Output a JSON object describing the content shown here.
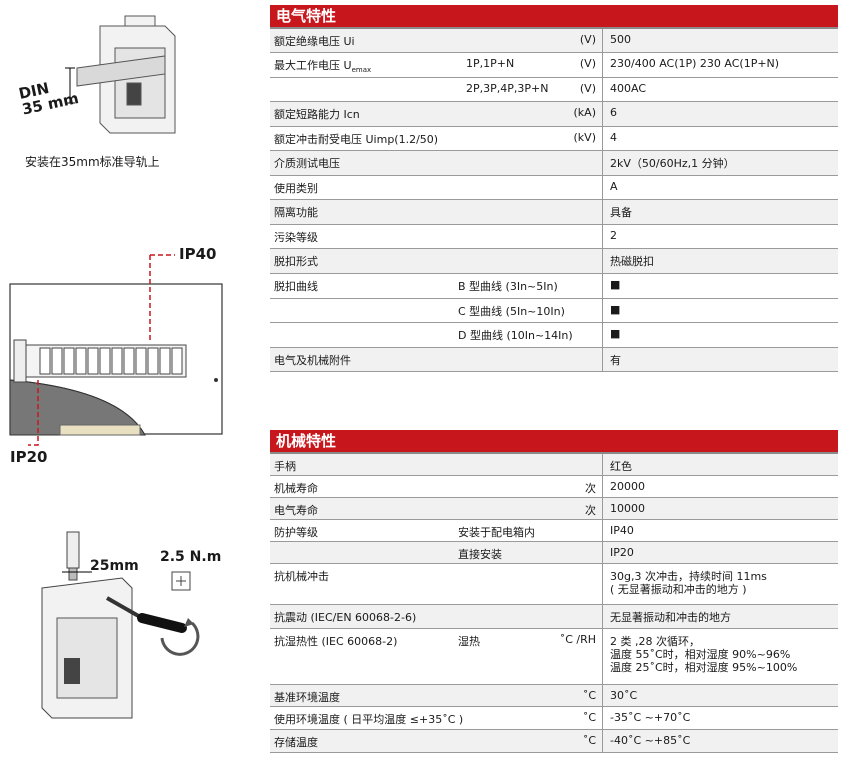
{
  "left": {
    "din_label_1": "DIN",
    "din_label_2": "35 mm",
    "caption": "安装在35mm标准导轨上",
    "ip40": "IP40",
    "ip20": "IP20",
    "wire_length": "25mm",
    "torque": "2.5 N.m"
  },
  "electrical": {
    "title": "电气特性",
    "rows": [
      {
        "label": "额定绝缘电压 Ui",
        "unit": "(V)",
        "value": "500"
      },
      {
        "label": "最大工作电压 U",
        "label_sub": "emax",
        "sub": "1P,1P+N",
        "unit": "(V)",
        "value": "230/400 AC(1P)   230 AC(1P+N)"
      },
      {
        "sub": "2P,3P,4P,3P+N",
        "unit": "(V)",
        "value": "400AC"
      },
      {
        "label": "额定短路能力 Icn",
        "unit": "(kA)",
        "value": "6"
      },
      {
        "label": "额定冲击耐受电压 Uimp(1.2/50)",
        "unit": "(kV)",
        "value": "4"
      },
      {
        "label": "介质测试电压",
        "value": "2kV（50/60Hz,1 分钟）"
      },
      {
        "label": "使用类别",
        "value": "A"
      },
      {
        "label": "隔离功能",
        "value": "具备"
      },
      {
        "label": "污染等级",
        "value": "2"
      },
      {
        "label": "脱扣形式",
        "value": "热磁脱扣"
      },
      {
        "label": "脱扣曲线",
        "sub": "B 型曲线 (3In~5In)",
        "value": "■"
      },
      {
        "sub": "C 型曲线 (5In~10In)",
        "value": "■"
      },
      {
        "sub": "D 型曲线 (10In~14In)",
        "value": "■"
      },
      {
        "label": "电气及机械附件",
        "value": "有"
      }
    ]
  },
  "mechanical": {
    "title": "机械特性",
    "rows": [
      {
        "label": "手柄",
        "value": "红色"
      },
      {
        "label": "机械寿命",
        "unit": "次",
        "value": "20000"
      },
      {
        "label": "电气寿命",
        "unit": "次",
        "value": "10000"
      },
      {
        "label": "防护等级",
        "sub": "安装于配电箱内",
        "value": "IP40"
      },
      {
        "sub": "直接安装",
        "value": "IP20"
      },
      {
        "label": "抗机械冲击",
        "value": "30g,3 次冲击，持续时间 11ms",
        "value2": "( 无显著振动和冲击的地方 )"
      },
      {
        "label": "抗震动 (IEC/EN 60068-2-6)",
        "value": "无显著振动和冲击的地方"
      },
      {
        "label": "抗湿热性 (IEC 60068-2)",
        "sub": "湿热",
        "unit": "˚C /RH",
        "value": "2 类 ,28 次循环，",
        "value2": "温度 55˚C时，相对湿度 90%~96%",
        "value3": "温度 25˚C时，相对湿度 95%~100%"
      },
      {
        "label": "基准环境温度",
        "unit": "˚C",
        "value": "30˚C"
      },
      {
        "label": "使用环境温度 ( 日平均温度 ≤+35˚C )",
        "unit": "˚C",
        "value": "-35˚C ~+70˚C"
      },
      {
        "label": "存储温度",
        "unit": "˚C",
        "value": "-40˚C ~+85˚C"
      }
    ]
  },
  "colors": {
    "header_red": "#c8161d",
    "row_shade": "#f1f1f1",
    "grid": "#9a9a9a"
  }
}
